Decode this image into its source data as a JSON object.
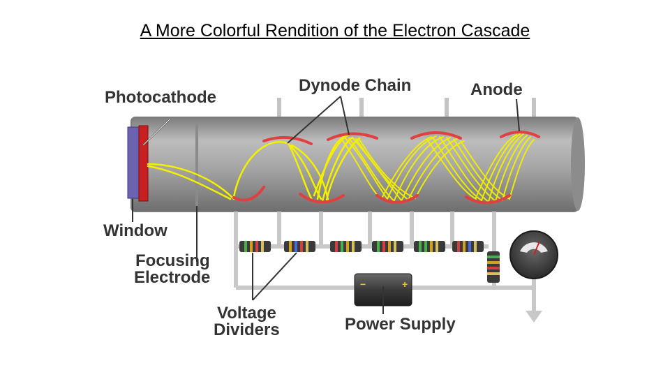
{
  "slide": {
    "title": "A More Colorful Rendition of the Electron Cascade"
  },
  "diagram": {
    "labels": {
      "photocathode": "Photocathode",
      "dynode_chain": "Dynode Chain",
      "anode": "Anode",
      "window": "Window",
      "focusing_line1": "Focusing",
      "focusing_line2": "Electrode",
      "voltage_line1": "Voltage",
      "voltage_line2": "Dividers",
      "power_supply": "Power Supply",
      "minus": "−",
      "plus": "+"
    },
    "colors": {
      "tube": "#9a9a9a",
      "dynode": "#e04040",
      "electron": "#f4f000",
      "window": "#6b63b0",
      "cathode": "#c82020",
      "wire": "#c8c8c8"
    }
  }
}
